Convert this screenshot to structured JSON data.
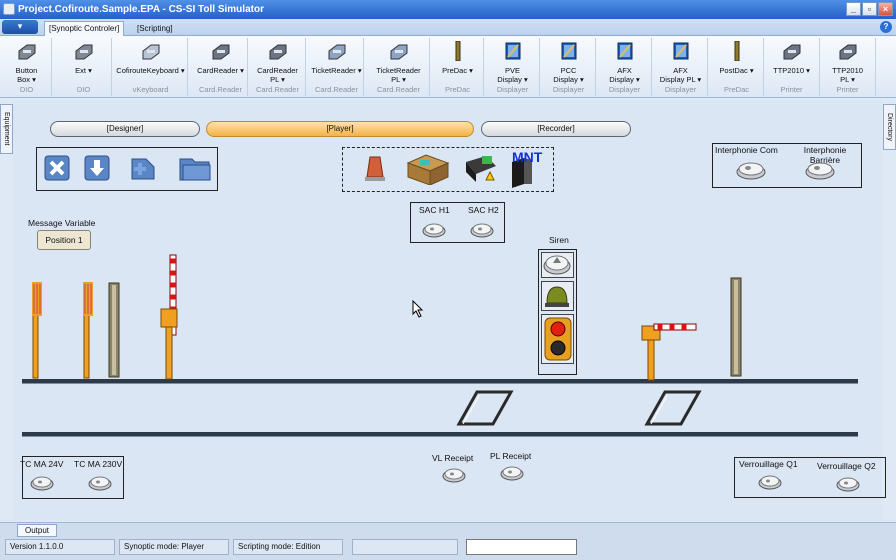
{
  "window": {
    "title": "Project.Cofiroute.Sample.EPA - CS-SI Toll Simulator"
  },
  "ribbon_tabs": [
    {
      "label": "[Synoptic Controler]"
    },
    {
      "label": "[Scripting]"
    }
  ],
  "ribbon": {
    "items": [
      {
        "label": "Button Box ▾",
        "group": "DIO",
        "icon": "button-box-icon"
      },
      {
        "label": "Ext ▾",
        "group": "DIO",
        "icon": "ext-icon"
      },
      {
        "label": "CofirouteKeyboard ▾",
        "group": "vKeyboard",
        "icon": "keyboard-icon"
      },
      {
        "label": "CardReader ▾",
        "group": "Card.Reader",
        "icon": "card-reader-icon"
      },
      {
        "label": "CardReader PL ▾",
        "group": "Card.Reader",
        "icon": "card-reader-pl-icon"
      },
      {
        "label": "TicketReader ▾",
        "group": "Card.Reader",
        "icon": "ticket-reader-icon"
      },
      {
        "label": "TicketReader PL ▾",
        "group": "Card.Reader",
        "icon": "ticket-reader-pl-icon"
      },
      {
        "label": "PreDac ▾",
        "group": "PreDac",
        "icon": "predac-icon"
      },
      {
        "label": "PVE Display ▾",
        "group": "Displayer",
        "icon": "pve-display-icon"
      },
      {
        "label": "PCC Display ▾",
        "group": "Displayer",
        "icon": "pcc-display-icon"
      },
      {
        "label": "AFX Display ▾",
        "group": "Displayer",
        "icon": "afx-display-icon"
      },
      {
        "label": "AFX Display PL ▾",
        "group": "Displayer",
        "icon": "afx-display-pl-icon"
      },
      {
        "label": "PostDac ▾",
        "group": "PreDac",
        "icon": "postdac-icon"
      },
      {
        "label": "TTP2010 ▾",
        "group": "Printer",
        "icon": "ttp2010-icon"
      },
      {
        "label": "TTP2010 PL ▾",
        "group": "Printer",
        "icon": "ttp2010-pl-icon"
      }
    ]
  },
  "side_tabs": {
    "left": "Equipment",
    "right": "Directory"
  },
  "mode_tabs": [
    {
      "label": "[Designer]"
    },
    {
      "label": "[Player]"
    },
    {
      "label": "[Recorder]"
    }
  ],
  "synoptic": {
    "message_variable": "Message Variable",
    "position_button": "Position 1",
    "sac_h1": "SAC H1",
    "sac_h2": "SAC H2",
    "siren": "Siren",
    "interphonie_com": "Interphonie Com",
    "interphonie_barriere": "Interphonie Barrière",
    "mnt_label": "MNT",
    "tc_ma_24v": "TC MA 24V",
    "tc_ma_230v": "TC MA 230V",
    "vl_receipt": "VL Receipt",
    "pl_receipt": "PL Receipt",
    "verrouillage_q1": "Verrouillage Q1",
    "verrouillage_q2": "Verrouillage Q2"
  },
  "status": {
    "output_tab": "Output",
    "version": "Version 1.1.0.0",
    "synoptic_mode": "Synoptic mode: Player",
    "scripting_mode": "Scripting mode: Edition",
    "field_empty": ""
  },
  "colors": {
    "accent": "#f4b24a",
    "title_blue": "#2460c8",
    "pole_orange": "#f0a020"
  }
}
